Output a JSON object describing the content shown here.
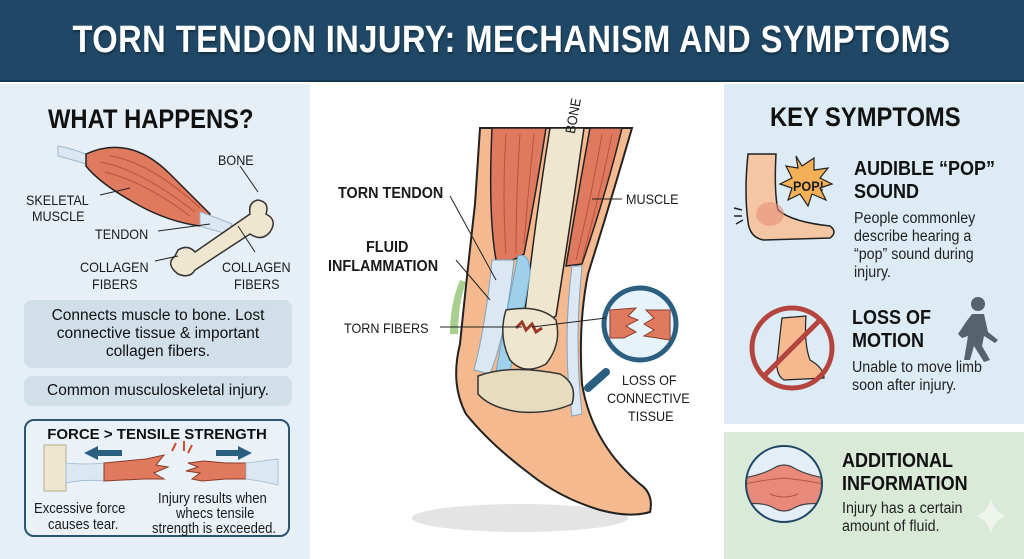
{
  "header": {
    "title": "TORN TENDON INJURY: MECHANISM AND SYMPTOMS"
  },
  "left": {
    "title": "WHAT HAPPENS?",
    "diagram_labels": {
      "bone": "BONE",
      "skeletal_muscle_1": "SKELETAL",
      "skeletal_muscle_2": "MUSCLE",
      "tendon": "TENDON",
      "collagen_left_1": "COLLAGEN",
      "collagen_left_2": "FIBERS",
      "collagen_right_1": "COLLAGEN",
      "collagen_right_2": "FIBERS"
    },
    "info_boxes": [
      "Connects muscle to bone. Lost connective tissue & important collagen fibers.",
      "Common musculoskeletal injury."
    ],
    "force_box": {
      "title": "FORCE > TENSILE STRENGTH",
      "caption_left_1": "Excessive force",
      "caption_left_2": "causes tear.",
      "caption_right_1": "Injury results when",
      "caption_right_2": "whecs tensile",
      "caption_right_3": "strength is exceeded."
    }
  },
  "center": {
    "labels": {
      "torn_tendon": "TORN TENDON",
      "fluid_1": "FLUID",
      "fluid_2": "INFLAMMATION",
      "torn_fibers": "TORN FIBERS",
      "bone": "BONE",
      "muscle": "MUSCLE",
      "loss_1": "LOSS OF",
      "loss_2": "CONNECTIVE",
      "loss_3": "TISSUE"
    }
  },
  "right": {
    "title": "KEY SYMPTOMS",
    "symptoms": [
      {
        "title_1": "AUDIBLE “POP”",
        "title_2": "SOUND",
        "icon": "pop-foot-icon",
        "badge": "POP!",
        "desc_1": "People commonley",
        "desc_2": "describe hearing a",
        "desc_3": "“pop” sound during",
        "desc_4": "injury."
      },
      {
        "title_1": "LOSS OF",
        "title_2": "MOTION",
        "icon": "no-foot-icon",
        "desc_1": "Unable to move limb",
        "desc_2": "soon after injury."
      }
    ],
    "additional": {
      "title_1": "ADDITIONAL",
      "title_2": "INFORMATION",
      "icon": "swelling-icon",
      "desc_1": "Injury has a certain",
      "desc_2": "amount of fluid."
    }
  },
  "colors": {
    "header_bg": "#1f4866",
    "muscle": "#e07a5f",
    "bone": "#efe6cf",
    "skin": "#f5b98f",
    "fluid": "#9fd0ea",
    "accent_blue": "#2b5f80",
    "stop_red": "#b5443f",
    "pop_orange": "#f4b056"
  }
}
